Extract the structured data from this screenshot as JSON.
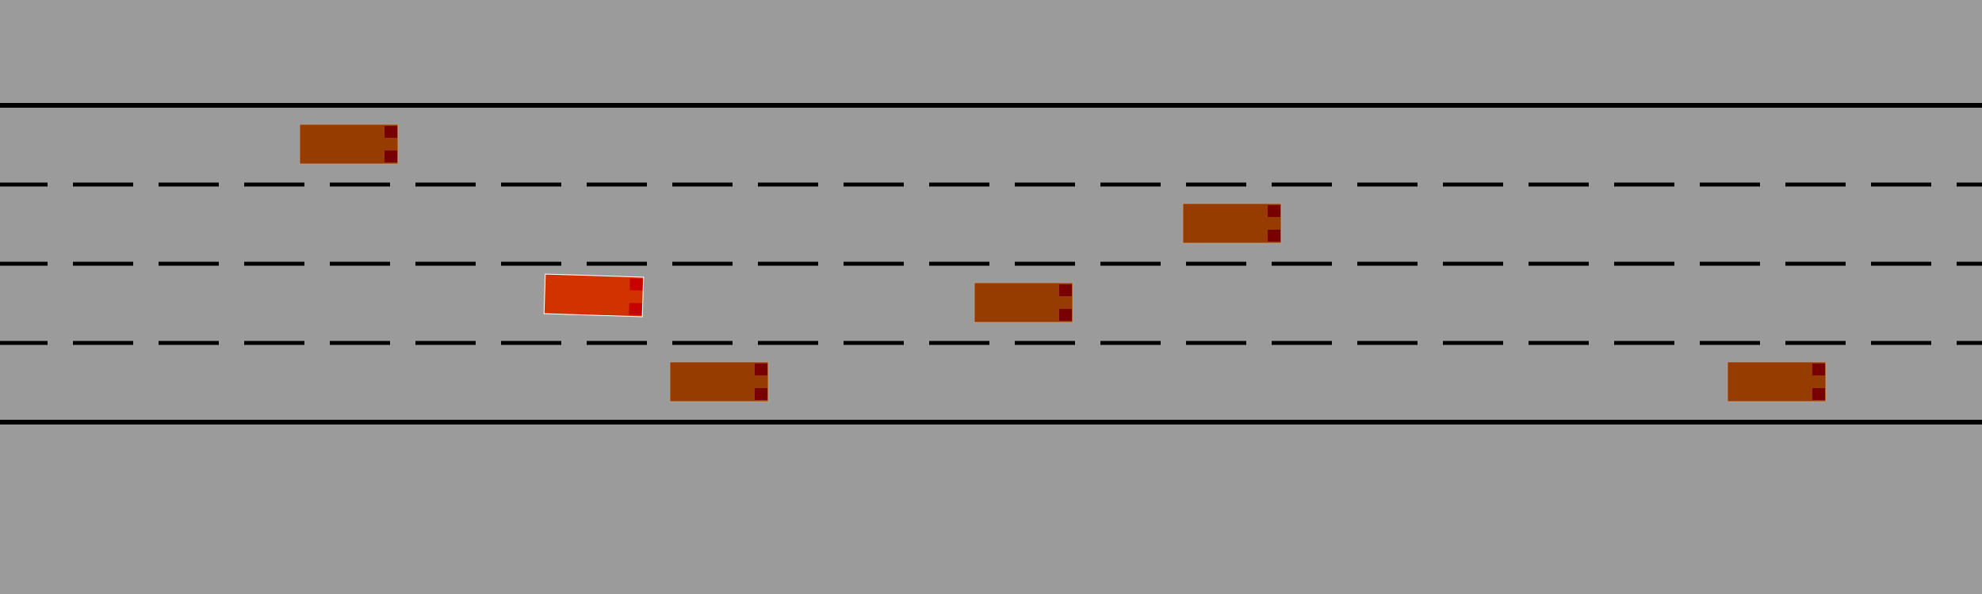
{
  "scene": {
    "type": "highway-driving-simulation",
    "background_color": "#9b9b9b",
    "lane_count": 4,
    "line_color": "#000000",
    "lane_line_styles": [
      "solid",
      "dashed",
      "dashed",
      "dashed",
      "solid"
    ]
  },
  "vehicles": {
    "ego": {
      "name": "ego-vehicle",
      "lane": 3,
      "body_color": "#d23200",
      "light_color": "#c80000",
      "outline_color": "#ffffff",
      "heading": "slightly-tilted"
    },
    "others": [
      {
        "name": "vehicle-1",
        "lane": 1,
        "body_color": "#963c00",
        "light_color": "#780000"
      },
      {
        "name": "vehicle-2",
        "lane": 2,
        "body_color": "#963c00",
        "light_color": "#780000"
      },
      {
        "name": "vehicle-3",
        "lane": 3,
        "body_color": "#963c00",
        "light_color": "#780000"
      },
      {
        "name": "vehicle-4",
        "lane": 4,
        "body_color": "#963c00",
        "light_color": "#780000"
      },
      {
        "name": "vehicle-5",
        "lane": 4,
        "body_color": "#963c00",
        "light_color": "#780000"
      }
    ]
  }
}
